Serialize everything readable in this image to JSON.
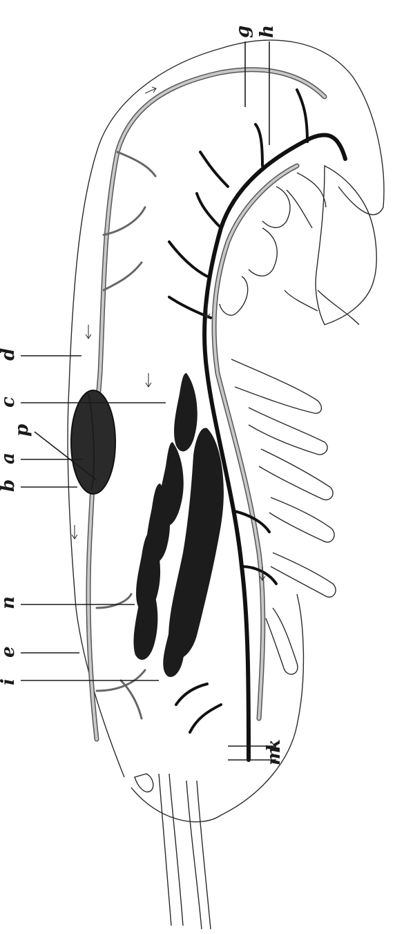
{
  "labels": {
    "a": "a",
    "b": "b",
    "c": "c",
    "d": "d",
    "e": "e",
    "g": "g",
    "h": "h",
    "i": "i",
    "k": "k",
    "m": "m",
    "n": "n",
    "p": "p"
  }
}
